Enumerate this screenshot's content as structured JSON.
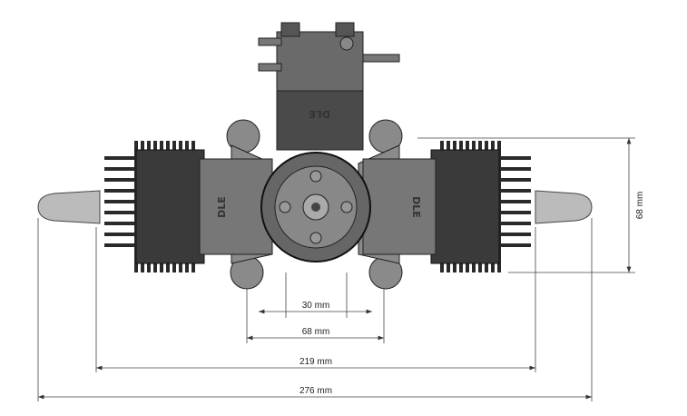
{
  "drawing": {
    "brand": "DLE",
    "dimensions": {
      "shaft_bolt_circle": "30 mm",
      "mount_width": "68 mm",
      "cylinder_span": "219 mm",
      "overall_width": "276 mm",
      "height": "68 mm"
    }
  },
  "colors": {
    "body": "#555555",
    "fins": "#2a2a2a",
    "line": "#333333"
  }
}
